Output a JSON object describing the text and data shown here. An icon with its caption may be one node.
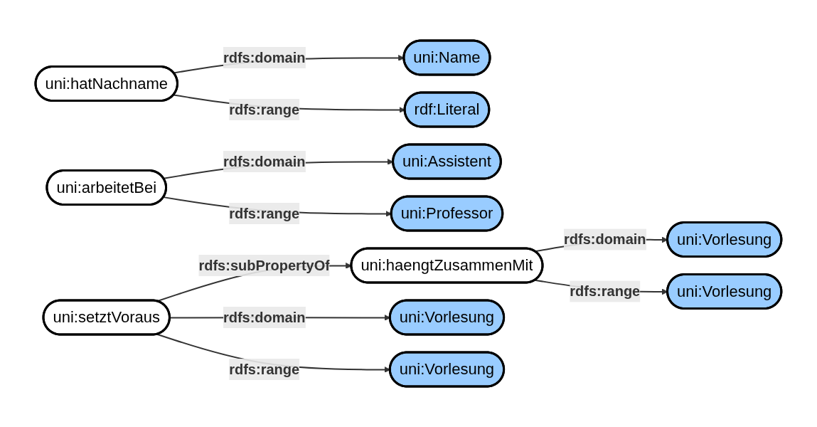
{
  "diagram": {
    "nodes": [
      {
        "text": [
          "uni:Name"
        ]
      },
      {
        "text": [
          "uni:hatNachname"
        ]
      },
      {
        "text": [
          "rdf:Literal"
        ]
      },
      {
        "text": [
          "uni:Assistent"
        ]
      },
      {
        "text": [
          "uni:arbeitetBei"
        ]
      },
      {
        "text": [
          "uni:Professor"
        ]
      },
      {
        "text": [
          "uni:Vorlesung"
        ]
      },
      {
        "text": [
          "uni:haengtZusammenMit"
        ]
      },
      {
        "text": [
          "uni:Vorlesung"
        ]
      },
      {
        "text": [
          "uni:Vorlesung"
        ]
      },
      {
        "text": [
          "uni:setztVoraus"
        ]
      },
      {
        "text": [
          "uni:Vorlesung"
        ]
      }
    ],
    "edges": [
      {
        "from": 1,
        "to": 0,
        "arrow": "to",
        "label": "rdfs:domain"
      },
      {
        "from": 1,
        "to": 2,
        "arrow": "to",
        "label": "rdfs:range"
      },
      {
        "from": 4,
        "to": 3,
        "arrow": "to",
        "label": "rdfs:domain"
      },
      {
        "from": 4,
        "to": 5,
        "arrow": "to",
        "label": "rdfs:range"
      },
      {
        "from": 7,
        "to": 6,
        "arrow": "to",
        "label": "rdfs:domain"
      },
      {
        "from": 7,
        "to": 8,
        "arrow": "to",
        "label": "rdfs:range"
      },
      {
        "from": 10,
        "to": 7,
        "arrow": "to",
        "label": "rdfs:subPropertyOf"
      },
      {
        "from": 10,
        "to": 9,
        "arrow": "to",
        "label": "rdfs:domain"
      },
      {
        "from": 10,
        "to": 11,
        "arrow": "to",
        "label": "rdfs:range"
      }
    ]
  }
}
